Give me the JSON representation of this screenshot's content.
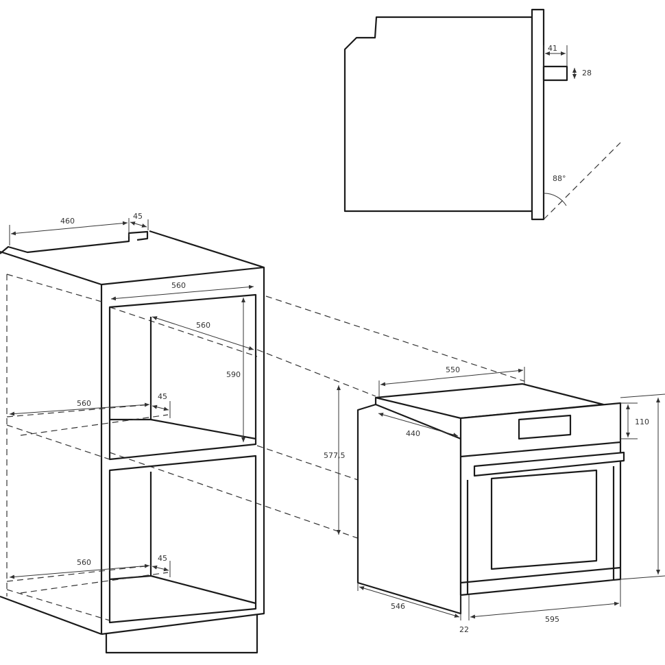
{
  "side_view": {
    "handle_depth": "41",
    "handle_height": "28",
    "door_angle": "88°"
  },
  "cabinet": {
    "top_depth": "460",
    "top_gap": "45",
    "front_width": "560",
    "upper_depth": "560",
    "upper_height": "590",
    "middle_shelf_depth": "560",
    "middle_shelf_gap": "45",
    "bottom_shelf_depth": "560",
    "bottom_shelf_gap": "45"
  },
  "oven": {
    "top_width": "550",
    "side_depth": "440",
    "body_height": "577,5",
    "panel_height": "110",
    "total_depth": "546",
    "door_thickness": "22",
    "front_width": "595"
  }
}
